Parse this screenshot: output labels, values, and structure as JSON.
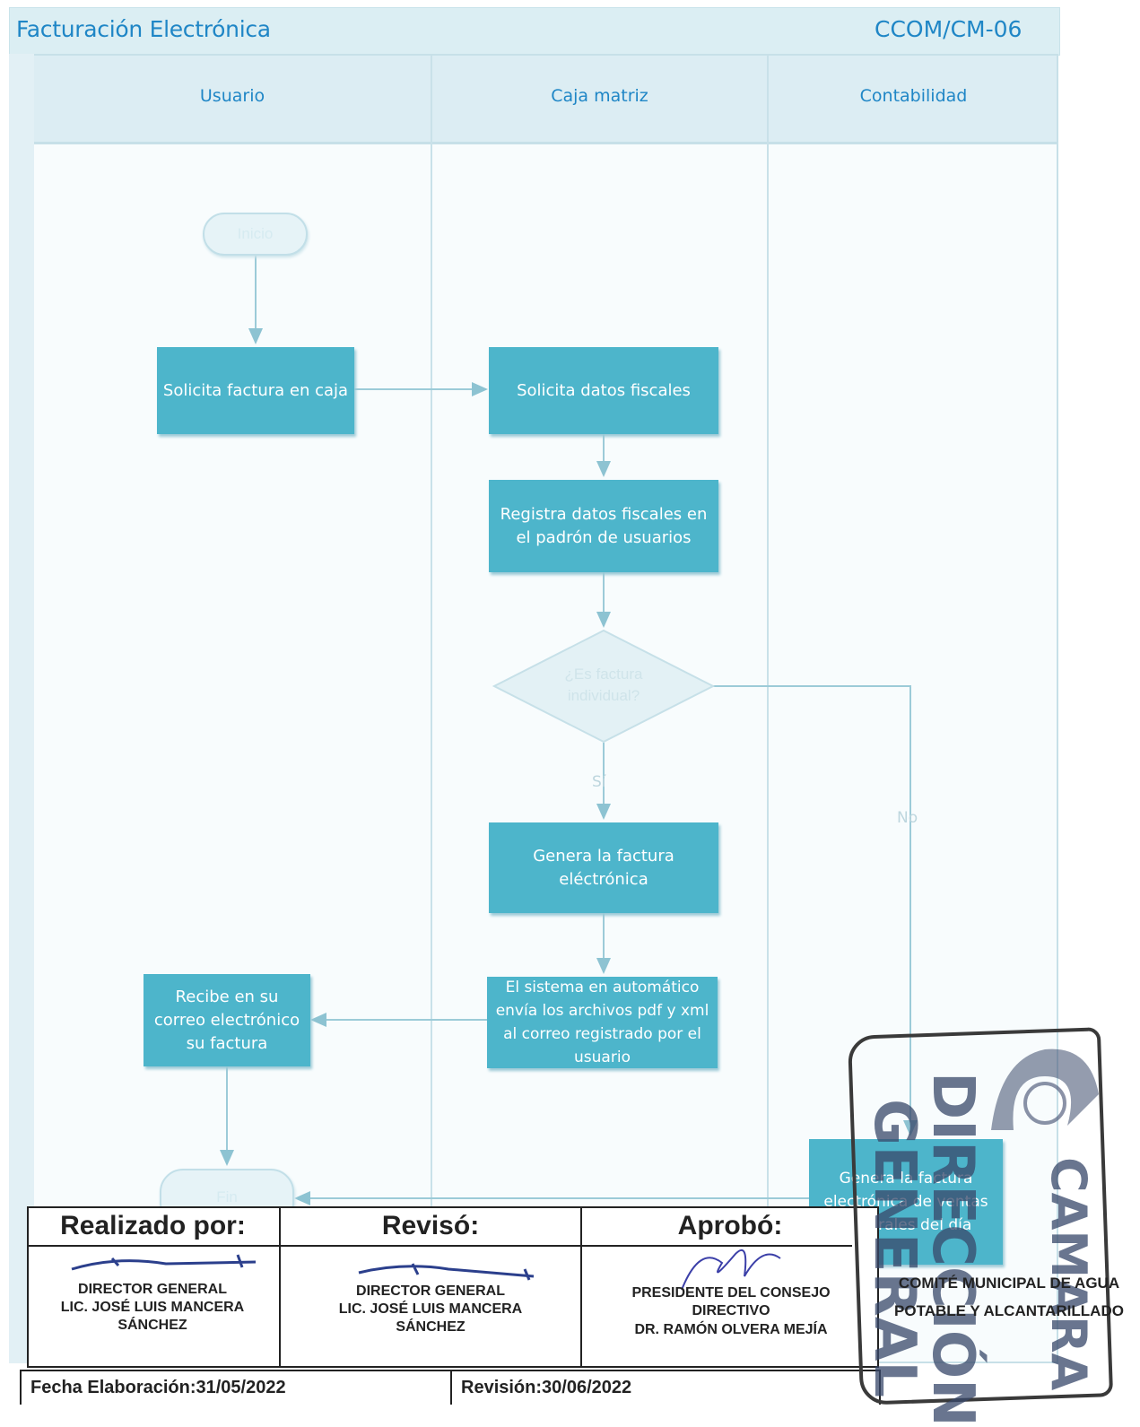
{
  "header": {
    "title": "Facturación  Electrónica",
    "code": "CCOM/CM-06"
  },
  "lanes": [
    "Usuario",
    "Caja matriz",
    "Contabilidad"
  ],
  "nodes": {
    "inicio": "Inicio",
    "solicita_factura": "Solicita factura en caja",
    "solicita_datos": "Solicita  datos fiscales",
    "registra_datos": "Registra datos fiscales en el padrón de usuarios",
    "decision": "¿Es factura individual?",
    "genera_factura": "Genera la factura eléctrónica",
    "sistema_envia": "El sistema en automático envía los archivos pdf y xml al correo registrado por el usuario",
    "recibe": "Recibe en su correo electrónico su factura",
    "fin": "Fin",
    "genera_ventas": "Genera la factura electrónica  de ventas generales del día"
  },
  "edge_labels": {
    "yes": "Sí",
    "no": "No"
  },
  "signatures": {
    "realizado": {
      "heading": "Realizado por:",
      "position": "DIRECTOR GENERAL",
      "name": "LIC. JOSÉ LUIS MANCERA SÁNCHEZ"
    },
    "reviso": {
      "heading": "Revisó:",
      "position": "DIRECTOR GENERAL",
      "name": "LIC. JOSÉ LUIS MANCERA SÁNCHEZ"
    },
    "aprobo": {
      "heading": "Aprobó:",
      "position": "PRESIDENTE DEL CONSEJO DIRECTIVO",
      "name": "DR. RAMÓN OLVERA MEJÍA"
    }
  },
  "footer": {
    "fecha_elaboracion": "Fecha Elaboración:31/05/2022",
    "revision": "Revisión:30/06/2022"
  },
  "stamp": {
    "committee": "COMITÉ MUNICIPAL DE AGUA POTABLE Y ALCANTARILLADO",
    "text_1": "DIRECCIÓN",
    "text_2": "GENERAL",
    "text_3": "CAMARA"
  }
}
